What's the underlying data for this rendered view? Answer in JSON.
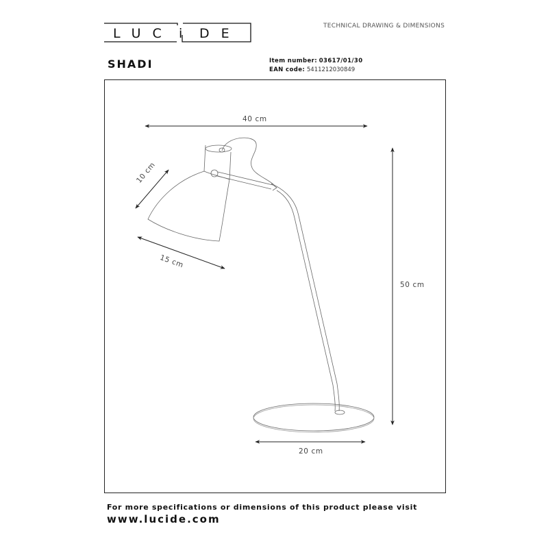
{
  "header": {
    "brand": "LUCIDE",
    "brand_letters": [
      "L",
      "U",
      "C",
      "I",
      "D",
      "E"
    ],
    "title": "TECHNICAL DRAWING & DIMENSIONS"
  },
  "product": {
    "name": "SHADI",
    "item_number_label": "Item number:",
    "item_number": "03617/01/30",
    "ean_label": "EAN code:",
    "ean": "5411212030849"
  },
  "dimensions": {
    "overall_width": "40 cm",
    "shade_diameter": "10 cm",
    "shade_length": "15 cm",
    "height": "50 cm",
    "base_diameter": "20 cm"
  },
  "footer": {
    "text": "For more specifications or dimensions of this product please visit",
    "url": "www.lucide.com"
  },
  "colors": {
    "line": "#222222",
    "drawing": "#555555",
    "dim_text": "#444444"
  }
}
